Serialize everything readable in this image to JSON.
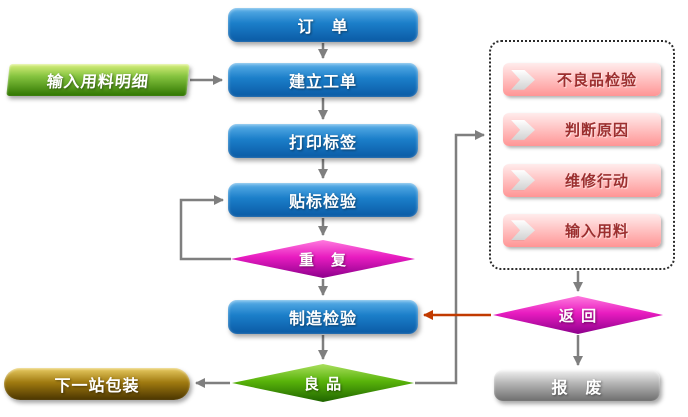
{
  "diagram": {
    "nodes": {
      "order": "订　单",
      "input_material_detail": "输入用料明细",
      "create_work_order": "建立工单",
      "print_label": "打印标签",
      "label_inspection": "贴标检验",
      "repeat": "重　复",
      "manufacturing_inspection": "制造检验",
      "good_product": "良 品",
      "next_station_packaging": "下一站包装",
      "return": "返 回",
      "scrap": "报　废"
    },
    "defect_panel": {
      "items": [
        {
          "label": "不良品检验"
        },
        {
          "label": "判断原因"
        },
        {
          "label": "维修行动"
        },
        {
          "label": "输入用料"
        }
      ]
    },
    "edges": [
      {
        "from": "order",
        "to": "create_work_order"
      },
      {
        "from": "input_material_detail",
        "to": "create_work_order"
      },
      {
        "from": "create_work_order",
        "to": "print_label"
      },
      {
        "from": "print_label",
        "to": "label_inspection"
      },
      {
        "from": "label_inspection",
        "to": "repeat"
      },
      {
        "from": "repeat",
        "to": "label_inspection",
        "type": "loop-back"
      },
      {
        "from": "repeat",
        "to": "manufacturing_inspection"
      },
      {
        "from": "manufacturing_inspection",
        "to": "good_product"
      },
      {
        "from": "good_product",
        "to": "next_station_packaging"
      },
      {
        "from": "good_product",
        "to": "defect_panel"
      },
      {
        "from": "defect_panel",
        "to": "return"
      },
      {
        "from": "return",
        "to": "manufacturing_inspection",
        "type": "rework-red"
      },
      {
        "from": "return",
        "to": "scrap"
      }
    ]
  },
  "colors": {
    "process_box_blue": "#0f6ab8",
    "decision_magenta": "#d619b8",
    "decision_green": "#4caf00",
    "input_green": "#5aa012",
    "packaging_gold": "#8a6a10",
    "scrap_gray": "#8a8a8a",
    "defect_pink": "#ffb0b0",
    "defect_text": "#9c2f2f",
    "connector_gray": "#7f7f7f",
    "rework_arrow_red": "#c13a00"
  }
}
